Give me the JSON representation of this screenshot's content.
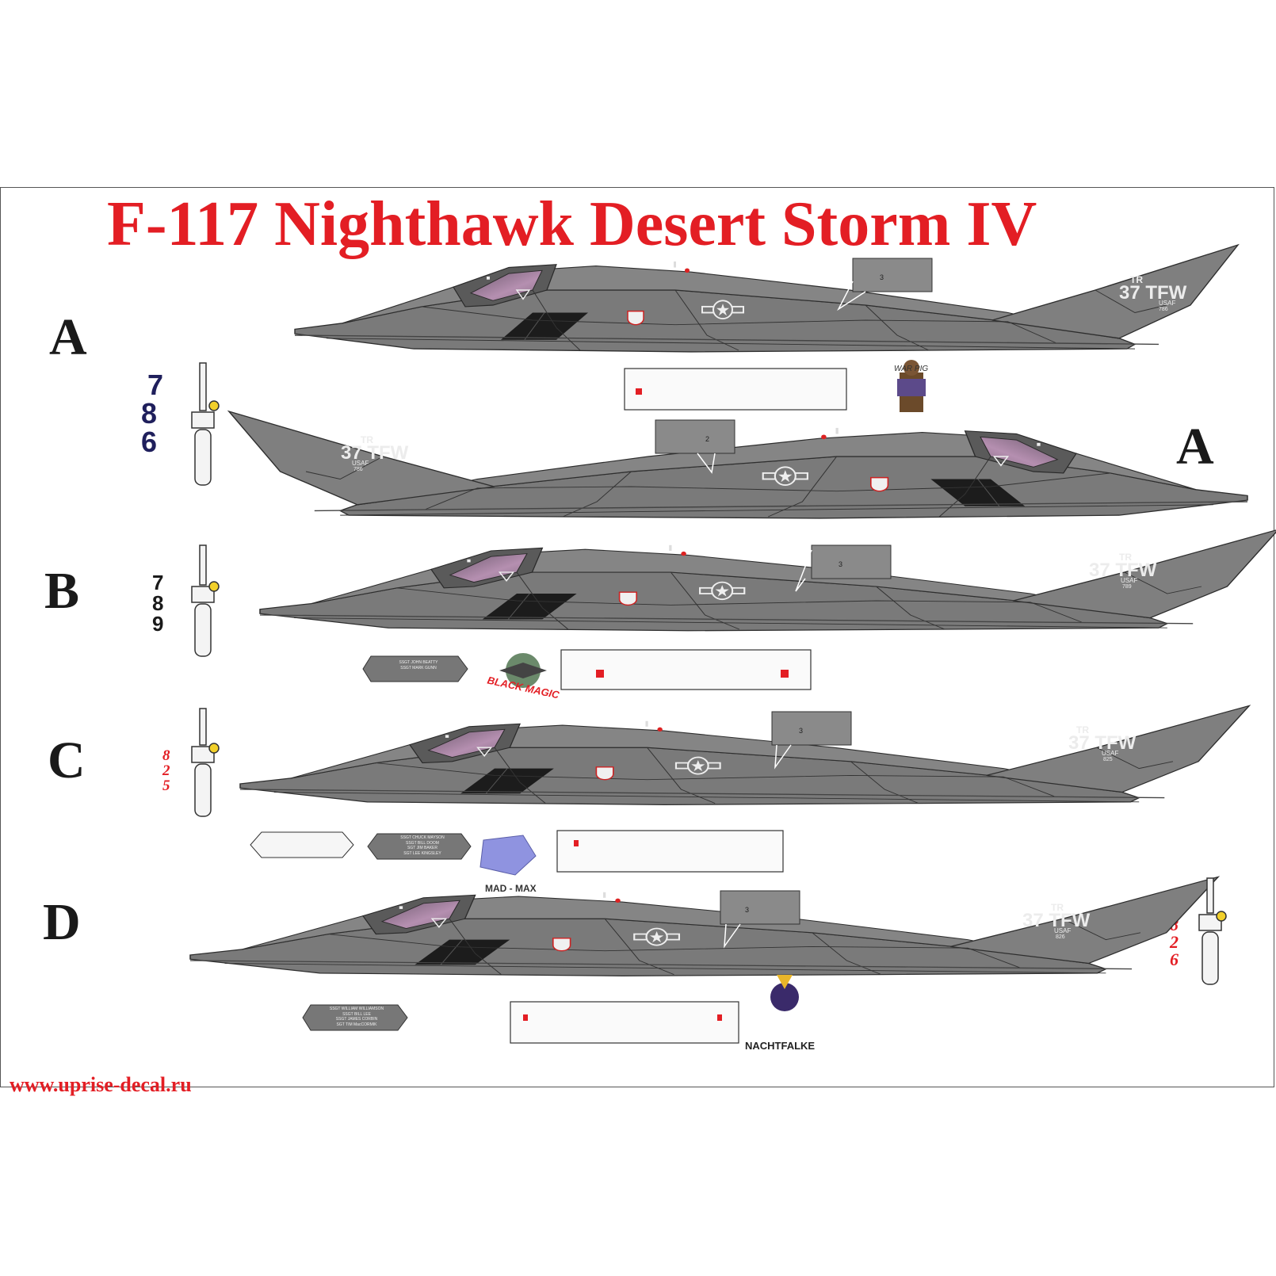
{
  "title": "F-117 Nighthawk Desert Storm IV",
  "website": "www.uprise-decal.ru",
  "variants": [
    "A",
    "A",
    "B",
    "C",
    "D"
  ],
  "tail": {
    "code": "TR",
    "unit": "37 TFW",
    "service": "USAF",
    "serials": [
      "786",
      "786",
      "789",
      "825",
      "826"
    ]
  },
  "gear_numbers": {
    "a": [
      "7",
      "8",
      "6"
    ],
    "b": [
      "7",
      "8",
      "9"
    ],
    "c": [
      "8",
      "2",
      "5"
    ],
    "d": [
      "8",
      "2",
      "6"
    ]
  },
  "gear_number_colors": {
    "a": "#1f1f5c",
    "b": "#1a1a1a",
    "c": "#e31e24",
    "d": "#e31e24"
  },
  "callouts": [
    "3",
    "2",
    "3",
    "3",
    "3"
  ],
  "nose_art": {
    "a": "WAR PIG",
    "b": "BLACK MAGIC",
    "c": "MAD - MAX",
    "d": "NACHTFALKE"
  },
  "crew_plates": {
    "b": [
      "SSGT JOHN BEATTY",
      "SSGT MARK GUNN"
    ],
    "c": [
      "SSGT CHUCK MAYSON",
      "SSGT BILL DOOM",
      "SGT JIM BAKER",
      "SGT LEE KINGSLEY"
    ],
    "d": [
      "SSGT WILLIAM WILLIAMSON",
      "SSGT BILL LEE",
      "SSGT JAMES CORBIN",
      "SGT TIM MacCORMIK"
    ]
  },
  "colors": {
    "title": "#e31e24",
    "aircraft_grey": "#7d7d7d",
    "aircraft_dark": "#5e5e5e",
    "panel_lines": "#3a3a3a",
    "marking_white": "#ececec",
    "canopy": "#b58fb0"
  }
}
